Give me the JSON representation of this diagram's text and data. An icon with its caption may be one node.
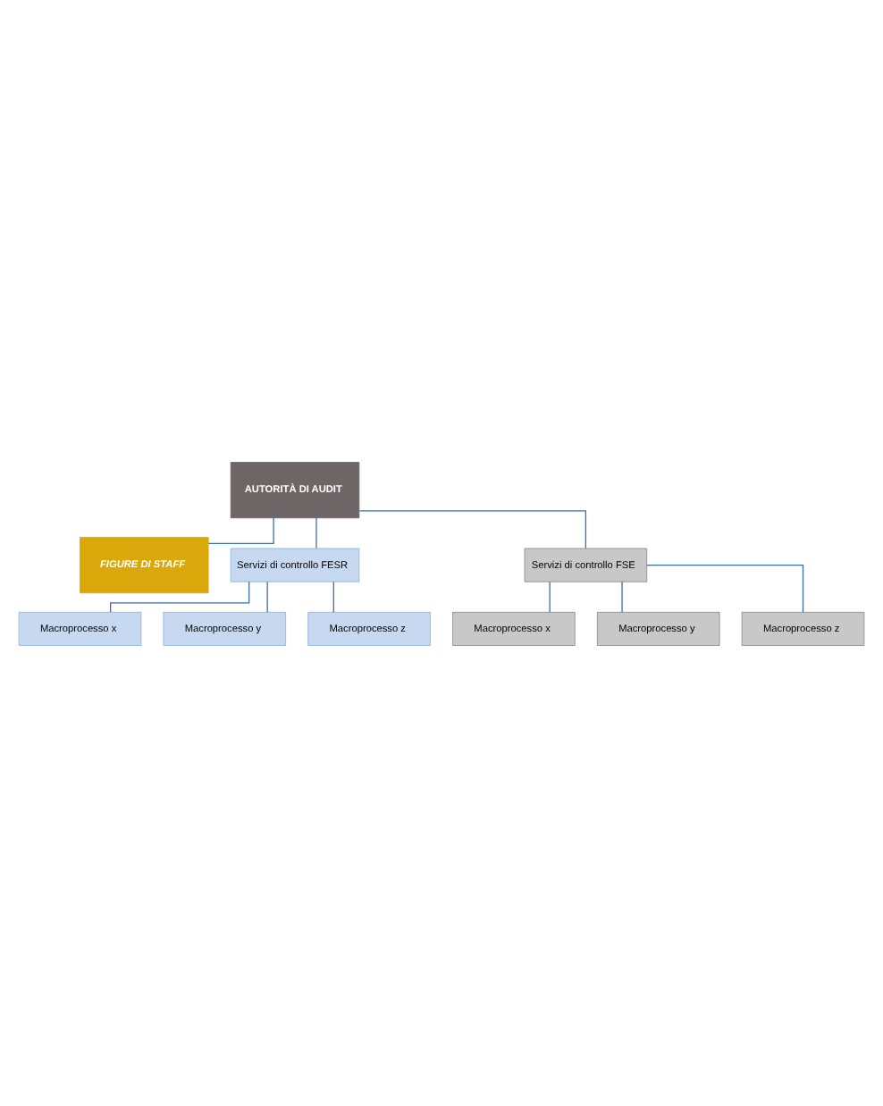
{
  "diagram": {
    "nodes": [
      {
        "text": [
          "AUTORITÀ DI AUDIT"
        ]
      },
      {
        "text": [
          "FIGURE DI STAFF"
        ]
      },
      {
        "text": [
          "Servizi di controllo FESR"
        ]
      },
      {
        "text": [
          "Servizi di controllo FSE"
        ]
      },
      {
        "text": [
          "Macroprocesso x"
        ]
      },
      {
        "text": [
          "Macroprocesso y"
        ]
      },
      {
        "text": [
          "Macroprocesso z"
        ]
      },
      {
        "text": [
          "Macroprocesso x"
        ]
      },
      {
        "text": [
          "Macroprocesso y"
        ]
      },
      {
        "text": [
          "Macroprocesso z"
        ]
      }
    ],
    "edges": [
      {
        "from": 0,
        "to": 1,
        "arrow": "none"
      },
      {
        "from": 0,
        "to": 2,
        "arrow": "none"
      },
      {
        "from": 0,
        "to": 3,
        "arrow": "none"
      },
      {
        "from": 2,
        "to": 4,
        "arrow": "none"
      },
      {
        "from": 2,
        "to": 5,
        "arrow": "none"
      },
      {
        "from": 2,
        "to": 6,
        "arrow": "none"
      },
      {
        "from": 3,
        "to": 7,
        "arrow": "none"
      },
      {
        "from": 3,
        "to": 8,
        "arrow": "none"
      },
      {
        "from": 3,
        "to": 9,
        "arrow": "none"
      }
    ]
  }
}
